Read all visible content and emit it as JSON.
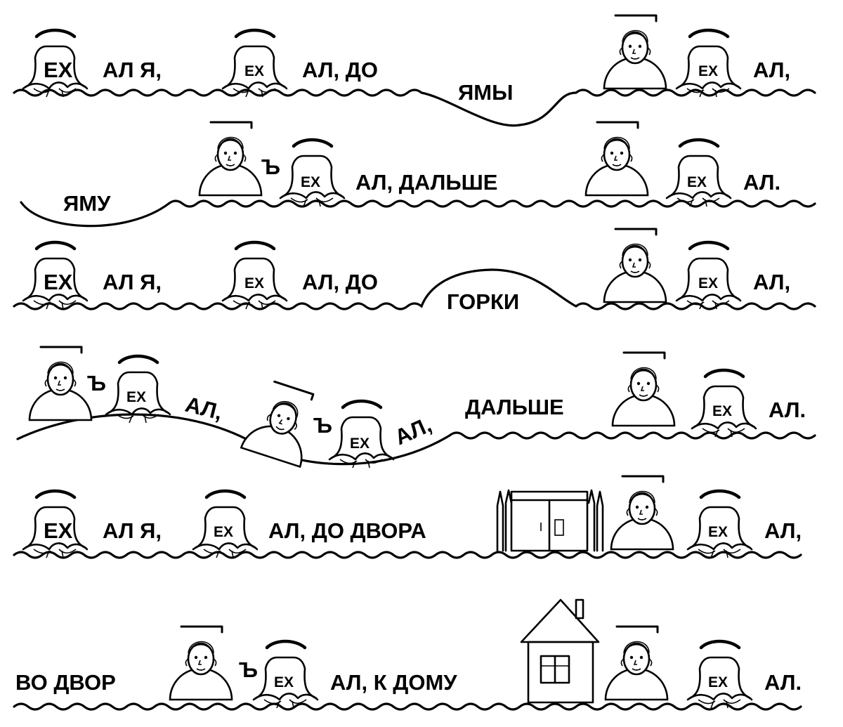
{
  "rows": [
    {
      "tokens": [
        {
          "text": "ЕХ"
        },
        {
          "text": "АЛ Я,"
        },
        {
          "text": "ЕХ"
        },
        {
          "text": "АЛ, ДО"
        },
        {
          "text": "ЯМЫ"
        },
        {
          "text": "ЕХ"
        },
        {
          "text": "АЛ,"
        }
      ]
    },
    {
      "tokens": [
        {
          "text": "ЯМУ"
        },
        {
          "text": "Ъ"
        },
        {
          "text": "ЕХ"
        },
        {
          "text": "АЛ, ДАЛЬШЕ"
        },
        {
          "text": "ЕХ"
        },
        {
          "text": "АЛ."
        }
      ]
    },
    {
      "tokens": [
        {
          "text": "ЕХ"
        },
        {
          "text": "АЛ Я,"
        },
        {
          "text": "ЕХ"
        },
        {
          "text": "АЛ, ДО"
        },
        {
          "text": "ГОРКИ"
        },
        {
          "text": "ЕХ"
        },
        {
          "text": "АЛ,"
        }
      ]
    },
    {
      "tokens": [
        {
          "text": "Ъ"
        },
        {
          "text": "ЕХ"
        },
        {
          "text": "АЛ,"
        },
        {
          "text": "Ъ"
        },
        {
          "text": "ЕХ"
        },
        {
          "text": "АЛ,"
        },
        {
          "text": "ДАЛЬШЕ"
        },
        {
          "text": "ЕХ"
        },
        {
          "text": "АЛ."
        }
      ]
    },
    {
      "tokens": [
        {
          "text": "ЕХ"
        },
        {
          "text": "АЛ Я,"
        },
        {
          "text": "ЕХ"
        },
        {
          "text": "АЛ, ДО ДВОРА"
        },
        {
          "text": "ЕХ"
        },
        {
          "text": "АЛ,"
        }
      ]
    },
    {
      "tokens": [
        {
          "text": "ВО ДВОР"
        },
        {
          "text": "Ъ"
        },
        {
          "text": "ЕХ"
        },
        {
          "text": "АЛ, К ДОМУ"
        },
        {
          "text": "ЕХ"
        },
        {
          "text": "АЛ."
        }
      ]
    }
  ],
  "icons": {
    "syllable_tent": "tent-icon",
    "hard_sign_person": "person-on-hill-icon",
    "yard_gate": "gate-icon",
    "house": "house-icon"
  }
}
